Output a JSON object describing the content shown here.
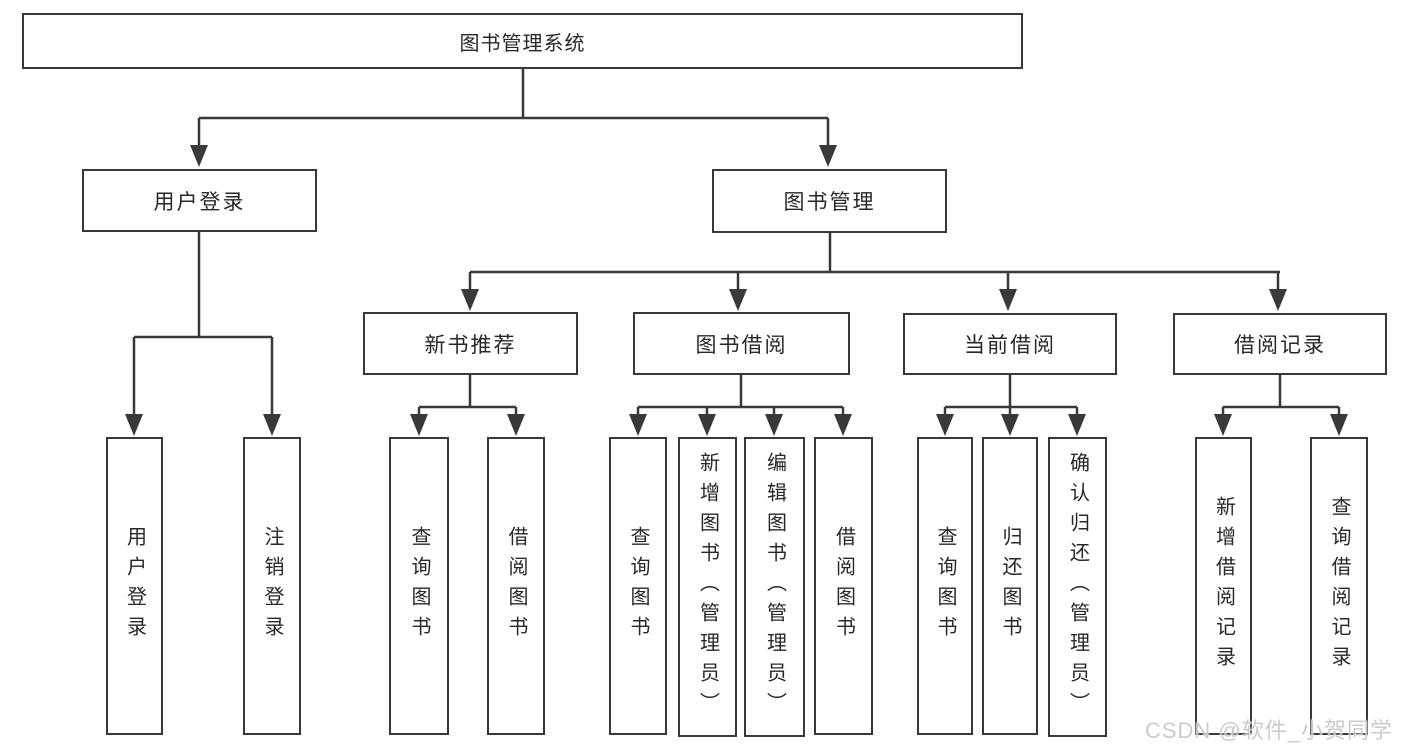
{
  "tree": {
    "label": "图书管理系统",
    "children": [
      {
        "label": "用户登录",
        "children": [
          {
            "label": "用户登录"
          },
          {
            "label": "注销登录"
          }
        ]
      },
      {
        "label": "图书管理",
        "children": [
          {
            "label": "新书推荐",
            "children": [
              {
                "label": "查询图书"
              },
              {
                "label": "借阅图书"
              }
            ]
          },
          {
            "label": "图书借阅",
            "children": [
              {
                "label": "查询图书"
              },
              {
                "label": "新增图书（管理员）"
              },
              {
                "label": "编辑图书（管理员）"
              },
              {
                "label": "借阅图书"
              }
            ]
          },
          {
            "label": "当前借阅",
            "children": [
              {
                "label": "查询图书"
              },
              {
                "label": "归还图书"
              },
              {
                "label": "确认归还（管理员）"
              }
            ]
          },
          {
            "label": "借阅记录",
            "children": [
              {
                "label": "新增借阅记录"
              },
              {
                "label": "查询借阅记录"
              }
            ]
          }
        ]
      }
    ]
  },
  "watermark": {
    "text": "CSDN @软件_小贺同学"
  },
  "colors": {
    "line": "#38393b",
    "box_border": "#37383a",
    "text": "#28282a",
    "background": "#ffffff",
    "watermark": "#c8c8c8"
  }
}
